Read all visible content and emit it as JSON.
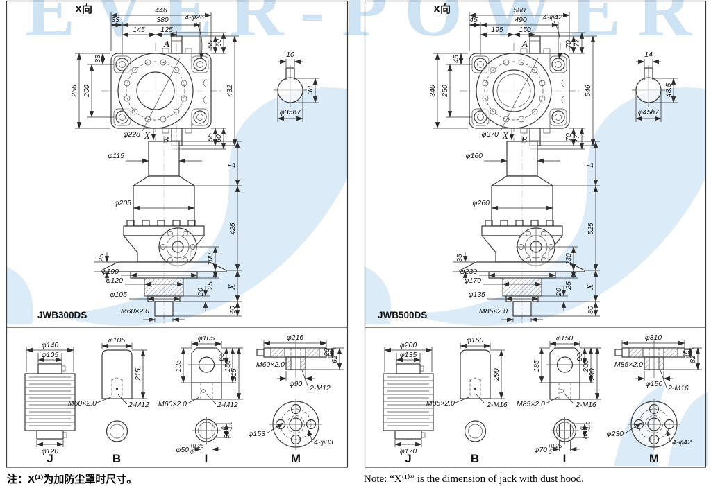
{
  "watermark": {
    "text": "EVER-POWER",
    "color": "#cde2f3",
    "swoosh_color": "#dcebf8"
  },
  "panels": [
    {
      "model": "JWB300DS",
      "view_label": "X向",
      "x_marker": "X",
      "top": {
        "w": "446",
        "w2": "380",
        "off": "33",
        "c1": "145",
        "c2": "125",
        "off2": "33",
        "h1": "266",
        "h2": "200",
        "h": "432",
        "dia": "φ228",
        "holes": "4-φ26",
        "a": "A",
        "b": "B",
        "a1": "55",
        "a2": "60",
        "b1": "55",
        "b2": "60"
      },
      "shaft": {
        "w": "10",
        "h": "38",
        "dia": "φ35h7"
      },
      "front": {
        "d1": "φ115",
        "L": "L",
        "d2": "φ205",
        "h": "425",
        "t": "25",
        "axis": "100",
        "g": "25",
        "step": "20",
        "x": "X",
        "f1": "φ190",
        "f2": "φ120",
        "f3": "φ105",
        "thr": "M60×2.0",
        "end": "60"
      },
      "details": {
        "j": {
          "lbl": "J",
          "d1": "φ140",
          "d2": "φ105",
          "d3": "φ120"
        },
        "b": {
          "lbl": "B",
          "d1": "φ105",
          "h": "215",
          "thr": "M60×2.0",
          "tap": "2-M12"
        },
        "i": {
          "lbl": "I",
          "d1": "φ105",
          "l": "135",
          "r1": "65",
          "r2": "150",
          "r3": "215",
          "thr": "M60×2.0",
          "tap": "2-M12",
          "bore": "φ50",
          "bu": "+0.25",
          "bd": "0",
          "flat": "55",
          "fu": "0",
          "fd": "-1.0"
        },
        "m": {
          "lbl": "M",
          "d1": "φ216",
          "t1": "20",
          "t2": "62",
          "thr": "M60×2.0",
          "hub": "φ90",
          "tap": "2-M12",
          "bc": "φ153",
          "holes": "4-φ33"
        }
      },
      "note": "注：X⁽¹⁾为加防尘罩时尺寸。"
    },
    {
      "model": "JWB500DS",
      "view_label": "X向",
      "x_marker": "X",
      "top": {
        "w": "580",
        "w2": "490",
        "off": "45",
        "c1": "195",
        "c2": "150",
        "off2": "45",
        "h1": "340",
        "h2": "250",
        "h": "546",
        "dia": "φ370",
        "holes": "4-φ42",
        "a": "A",
        "b": "B",
        "a1": "70",
        "a2": "77",
        "b1": "70",
        "b2": "77"
      },
      "shaft": {
        "w": "14",
        "h": "48.5",
        "dia": "φ45h7"
      },
      "front": {
        "d1": "φ160",
        "L": "L",
        "d2": "φ260",
        "h": "525",
        "t": "35",
        "axis": "130",
        "g": "25",
        "step": "20",
        "x": "X",
        "f1": "φ230",
        "f2": "φ170",
        "f3": "φ135",
        "thr": "M85×2.0",
        "end": "80"
      },
      "details": {
        "j": {
          "lbl": "J",
          "d1": "φ200",
          "d2": "φ135",
          "d3": "φ170"
        },
        "b": {
          "lbl": "B",
          "d1": "φ150",
          "h": "290",
          "thr": "M85×2.0",
          "tap": "2-M16"
        },
        "i": {
          "lbl": "I",
          "d1": "φ150",
          "l": "185",
          "r1": "90",
          "r2": "200",
          "r3": "290",
          "thr": "M85×2.0",
          "tap": "2-M16",
          "bore": "φ70",
          "bu": "+0.25",
          "bd": "0",
          "flat": "85",
          "fu": "0",
          "fd": "-1.0"
        },
        "m": {
          "lbl": "M",
          "d1": "φ310",
          "t1": "35",
          "t2": "82",
          "thr": "M85×2.0",
          "hub": "φ150",
          "tap": "2-M16",
          "bc": "φ230",
          "holes": "4-φ42"
        }
      },
      "note": "Note: “X⁽¹⁾” is the dimension of jack with dust hood."
    }
  ]
}
